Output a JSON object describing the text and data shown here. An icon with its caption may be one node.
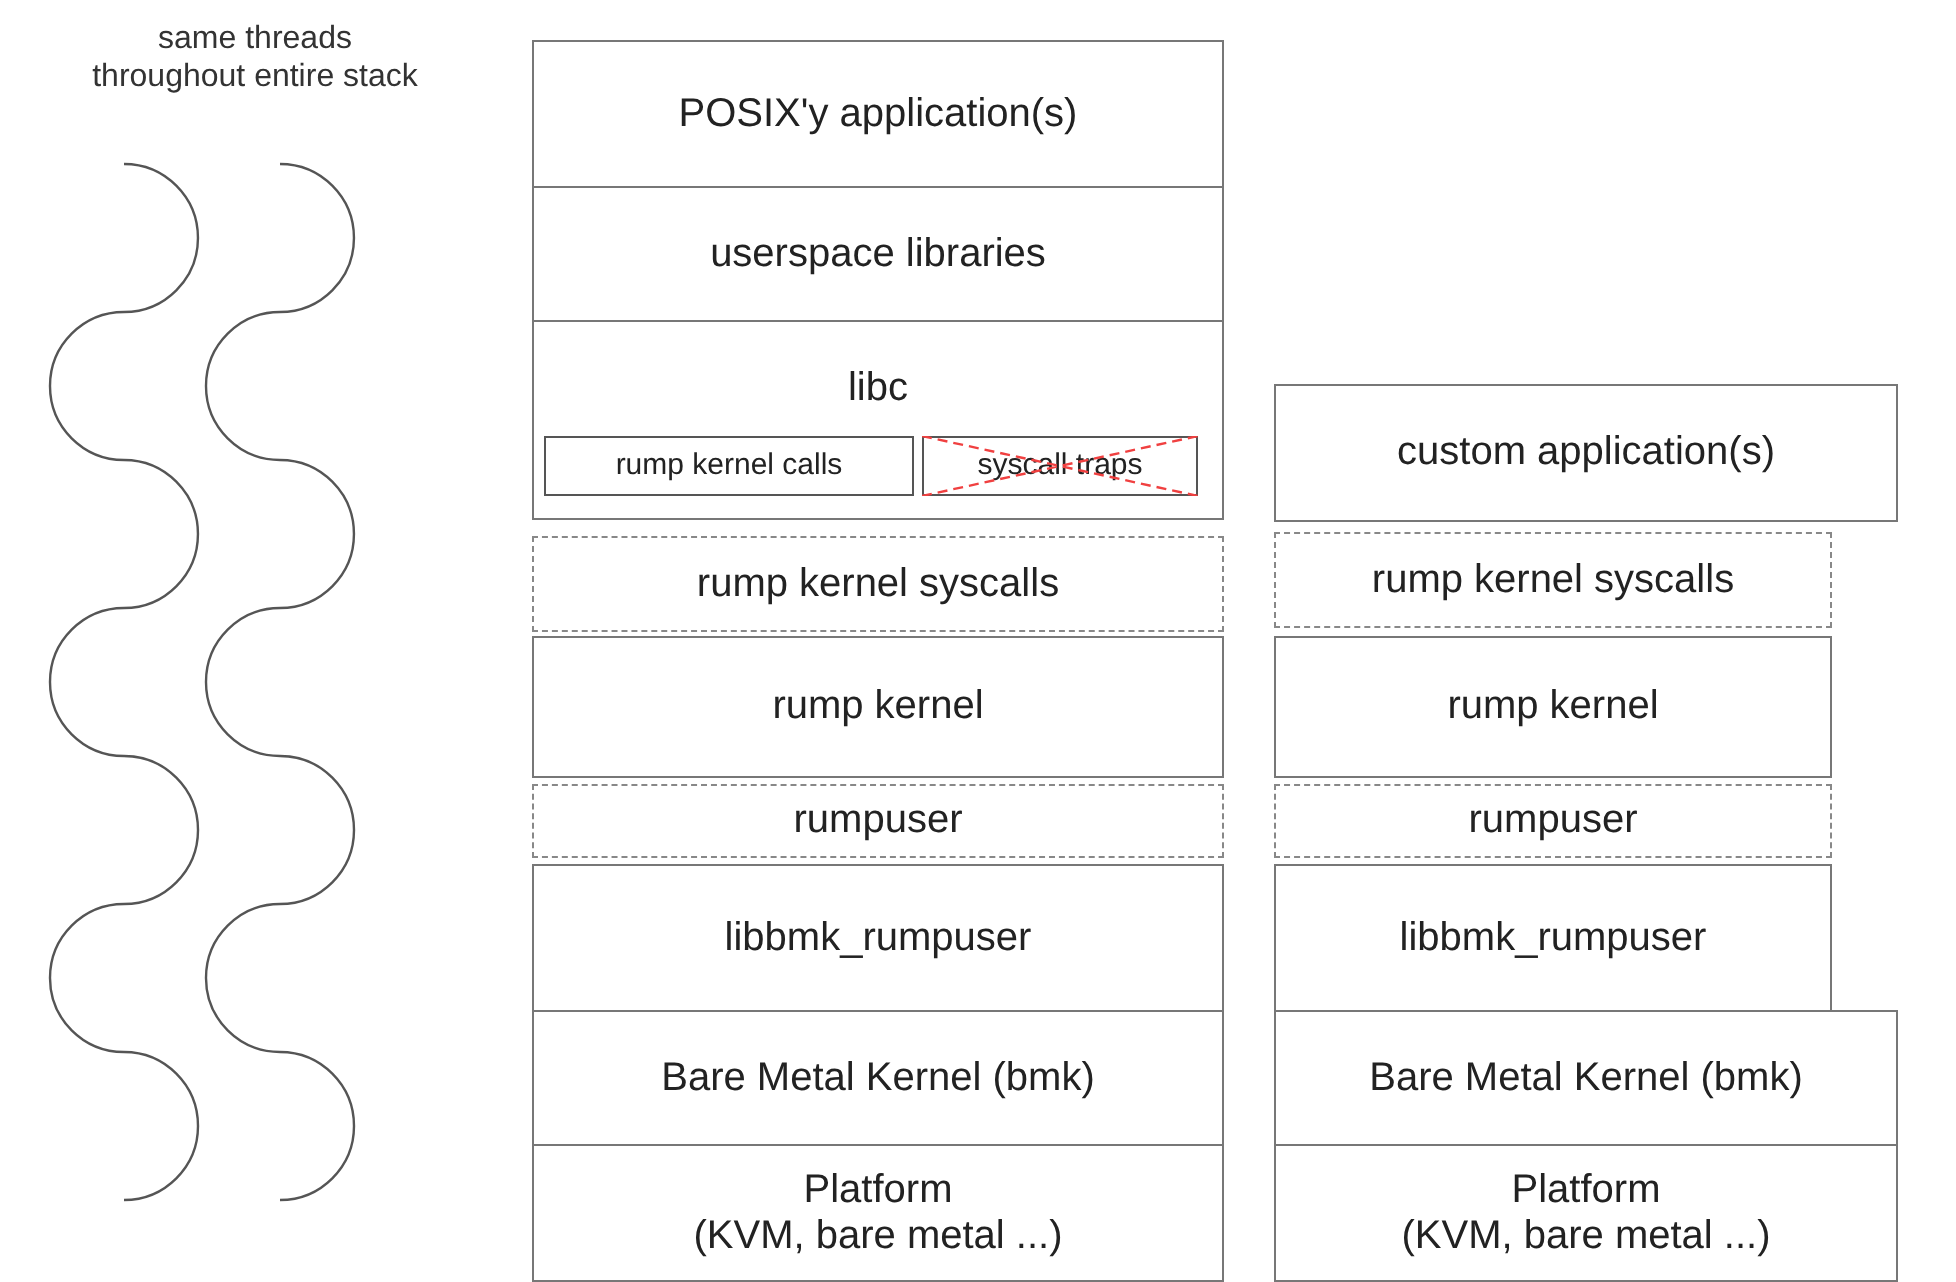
{
  "diagram": {
    "nodes": [
      {
        "text": [
          "POSIX'y application(s)"
        ]
      },
      {
        "text": [
          "userspace libraries"
        ]
      },
      {
        "text": [
          "libc"
        ]
      },
      {
        "text": [
          "rump kernel calls"
        ],
        "in": 2
      },
      {
        "text": [
          "syscall traps"
        ],
        "in": 2
      },
      {
        "text": [
          "rump kernel syscalls"
        ]
      },
      {
        "text": [
          "rump kernel"
        ]
      },
      {
        "text": [
          "rumpuser"
        ]
      },
      {
        "text": [
          "libbmk_rumpuser"
        ]
      },
      {
        "text": [
          "Bare Metal Kernel (bmk)"
        ]
      },
      {
        "text": [
          "Platform",
          "(KVM, bare metal ...)"
        ]
      },
      {
        "text": [
          "custom application(s)"
        ]
      },
      {
        "text": [
          "rump kernel syscalls"
        ]
      },
      {
        "text": [
          "rump kernel"
        ]
      },
      {
        "text": [
          "rumpuser"
        ]
      },
      {
        "text": [
          "libbmk_rumpuser"
        ]
      },
      {
        "text": [
          "Bare Metal Kernel (bmk)"
        ]
      },
      {
        "text": [
          "Platform",
          "(KVM, bare metal ...)"
        ]
      }
    ],
    "labels": [
      "same threads throughout entire stack"
    ]
  }
}
